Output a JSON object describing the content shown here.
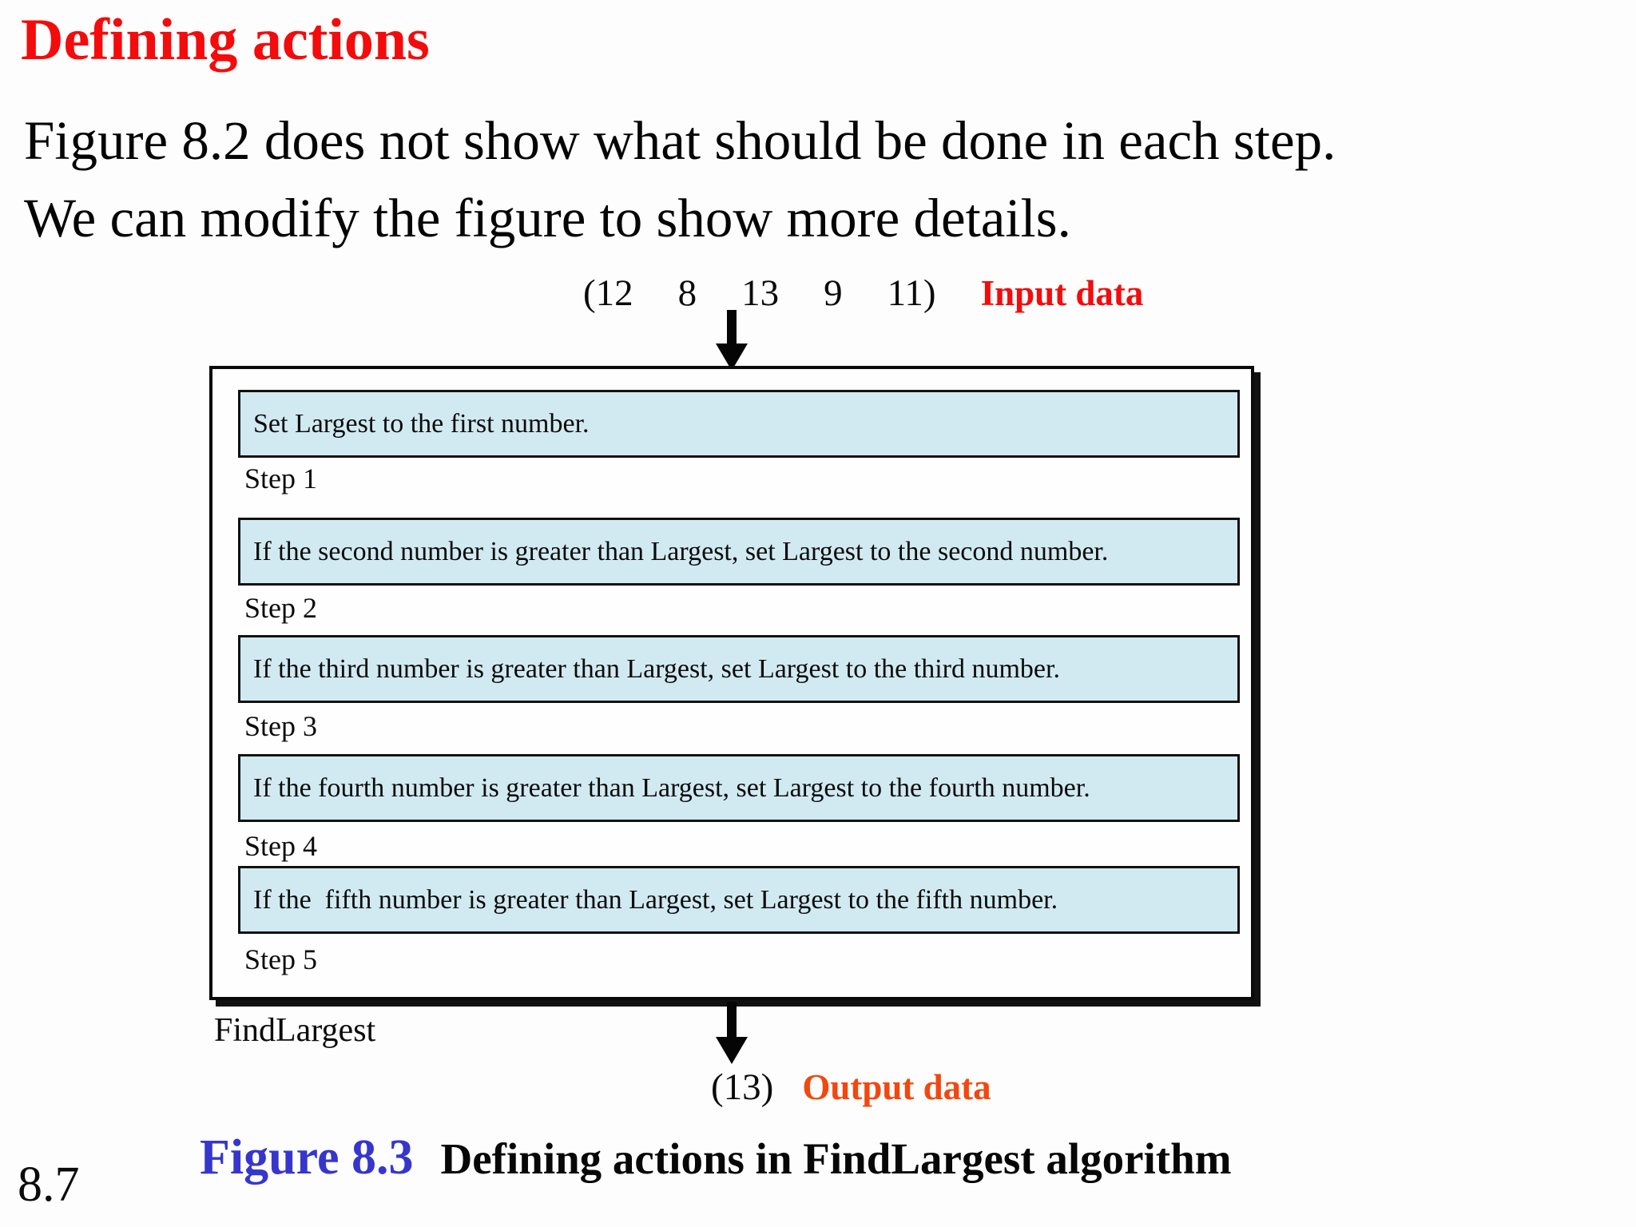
{
  "slide": {
    "title": "Defining actions",
    "body_line1": "Figure 8.2 does not show what should be done in each step.",
    "body_line2": "We can modify the figure to show more details.",
    "page_number": "8.7"
  },
  "diagram": {
    "input": {
      "values": [
        "(12",
        "8",
        "13",
        "9",
        "11)"
      ],
      "label": "Input data"
    },
    "output": {
      "value": "(13)",
      "label": "Output data"
    },
    "box_label": "FindLargest",
    "steps": [
      {
        "text": "Set Largest to the first number.",
        "label": "Step 1"
      },
      {
        "text": "If the second number is greater than Largest, set Largest to the second number.",
        "label": "Step 2"
      },
      {
        "text": "If the third number is greater than Largest, set Largest to the third number.",
        "label": "Step 3"
      },
      {
        "text": "If the fourth number is greater than Largest, set Largest to the fourth number.",
        "label": "Step 4"
      },
      {
        "text": "If the  fifth number is greater than Largest, set Largest to the fifth number.",
        "label": "Step 5"
      }
    ]
  },
  "caption": {
    "figure_label": "Figure 8.3",
    "text": "Defining actions in FindLargest algorithm"
  },
  "colors": {
    "title_red": "#f40b0b",
    "input_red": "#f40b0b",
    "output_orange": "#f2470e",
    "figure_blue": "#3636cc",
    "step_fill": "#d1eaf2"
  }
}
